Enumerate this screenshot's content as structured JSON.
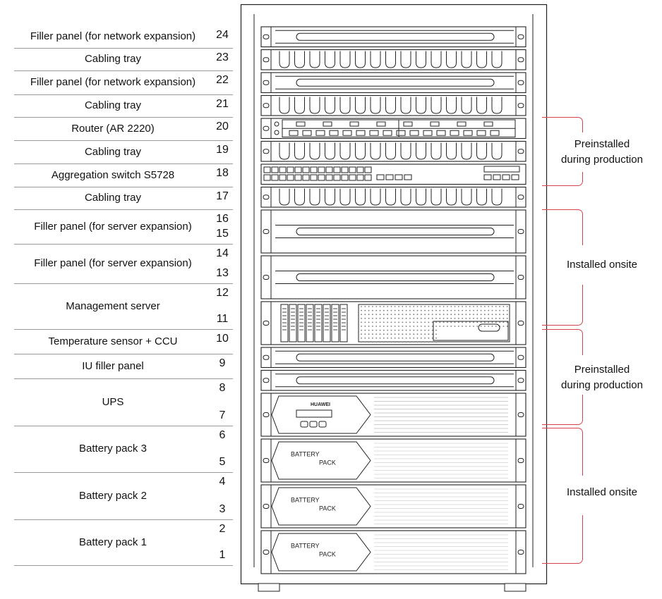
{
  "slots": [
    {
      "label": "Filler panel (for network expansion)",
      "units": [
        "24"
      ]
    },
    {
      "label": "Cabling tray",
      "units": [
        "23"
      ]
    },
    {
      "label": "Filler panel (for network expansion)",
      "units": [
        "22"
      ]
    },
    {
      "label": "Cabling tray",
      "units": [
        "21"
      ]
    },
    {
      "label": "Router (AR 2220)",
      "units": [
        "20"
      ]
    },
    {
      "label": "Cabling tray",
      "units": [
        "19"
      ]
    },
    {
      "label": "Aggregation switch S5728",
      "units": [
        "18"
      ]
    },
    {
      "label": "Cabling tray",
      "units": [
        "17"
      ]
    },
    {
      "label": "Filler panel (for server expansion)",
      "units": [
        "16",
        "15"
      ]
    },
    {
      "label": "Filler panel (for server expansion)",
      "units": [
        "14",
        "13"
      ]
    },
    {
      "label": "Management server",
      "units": [
        "12",
        "11"
      ]
    },
    {
      "label": "Temperature sensor + CCU",
      "units": [
        "10"
      ]
    },
    {
      "label": "IU filler panel",
      "units": [
        "9"
      ]
    },
    {
      "label": "UPS",
      "units": [
        "8",
        "7"
      ]
    },
    {
      "label": "Battery pack 3",
      "units": [
        "6",
        "5"
      ]
    },
    {
      "label": "Battery pack 2",
      "units": [
        "4",
        "3"
      ]
    },
    {
      "label": "Battery pack 1",
      "units": [
        "2",
        "1"
      ]
    }
  ],
  "groups": [
    {
      "text": "Preinstalled during production",
      "lines": [
        "Preinstalled",
        "during production"
      ]
    },
    {
      "text": "Installed onsite",
      "lines": [
        "Installed onsite"
      ]
    },
    {
      "text": "Preinstalled during production",
      "lines": [
        "Preinstalled",
        "during production"
      ]
    },
    {
      "text": "Installed onsite",
      "lines": [
        "Installed onsite"
      ]
    }
  ],
  "ups_brand": "HUAWEI",
  "battery_text": [
    "BATTERY",
    "PACK"
  ],
  "colors": {
    "bracket": "#d8434e",
    "rack_outline": "#222222",
    "separator": "#9a9a9a"
  }
}
